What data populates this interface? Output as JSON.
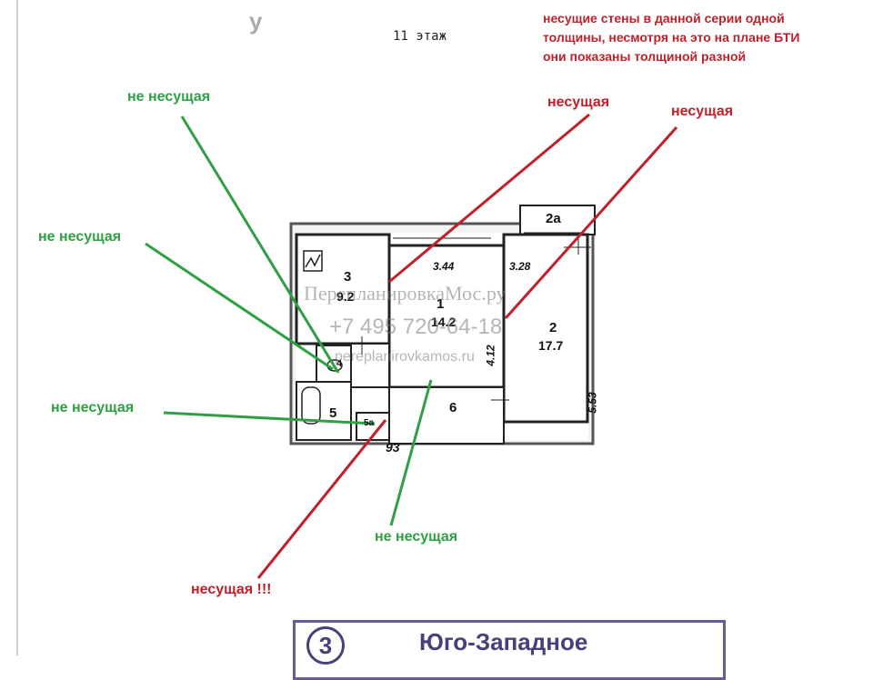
{
  "header": {
    "corner_mark": "у",
    "floor_label": "11 этаж"
  },
  "note": {
    "text": "несущие стены в данной серии одной толщины, несмотря на это на плане БТИ они показаны толщиной разной"
  },
  "labels": {
    "non_bearing": "не несущая",
    "bearing": "несущая",
    "bearing_exclaim": "несущая !!!"
  },
  "rooms": {
    "r3": {
      "num": "3",
      "area": "9.2"
    },
    "r1": {
      "num": "1",
      "area": "14.2"
    },
    "r2": {
      "num": "2",
      "area": "17.7"
    },
    "r2a": {
      "num": "2а"
    },
    "r4": {
      "num": "4"
    },
    "r5": {
      "num": "5"
    },
    "r5a": {
      "num": "5а"
    },
    "r6": {
      "num": "6"
    }
  },
  "dimensions": {
    "d1": "3.44",
    "d2": "3.28",
    "d3": "4.12",
    "d4": "5.53",
    "apt": "93"
  },
  "watermark": {
    "line1": "ПерепланировкаМос.ру",
    "line2": "+7 495 720-64-18",
    "line3": "pereplanirovkamos.ru"
  },
  "stamp": {
    "number": "3",
    "text": "Юго-Западное"
  },
  "colors": {
    "green": "#2ea043",
    "red": "#c0202a",
    "stamp": "#4a3f7a"
  }
}
